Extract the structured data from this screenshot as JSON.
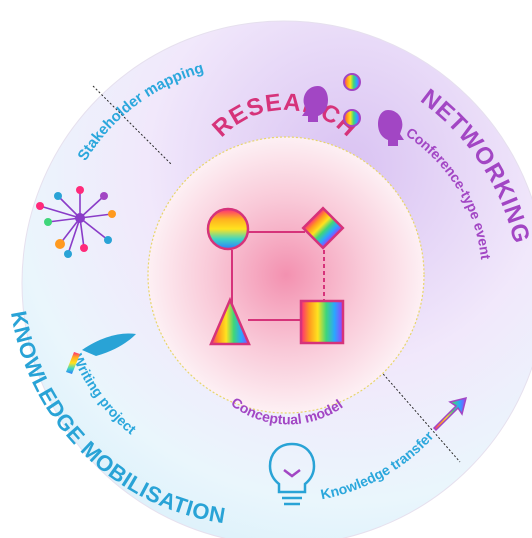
{
  "center": {
    "title": "RESEARCH",
    "caption": "Conceptual model"
  },
  "segments": {
    "networking": "NETWORKING",
    "knowledge_mobilisation": "KNOWLEDGE MOBILISATION"
  },
  "activities": {
    "stakeholder_mapping": "Stakeholder mapping",
    "conference_event": "Conference-type event",
    "writing_project": "Writing project",
    "knowledge_transfer": "Knowledge transfer"
  },
  "colors": {
    "networking": "#a246c4",
    "research": "#d6337a",
    "knowledge": "#29a3d6",
    "center_glow": "#f7a8c0"
  },
  "icons": [
    "conversation-heads-icon",
    "network-burst-icon",
    "quill-pen-icon",
    "lightbulb-icon",
    "arrow-up-right-icon",
    "circle-shape-icon",
    "diamond-shape-icon",
    "triangle-shape-icon",
    "square-shape-icon"
  ]
}
